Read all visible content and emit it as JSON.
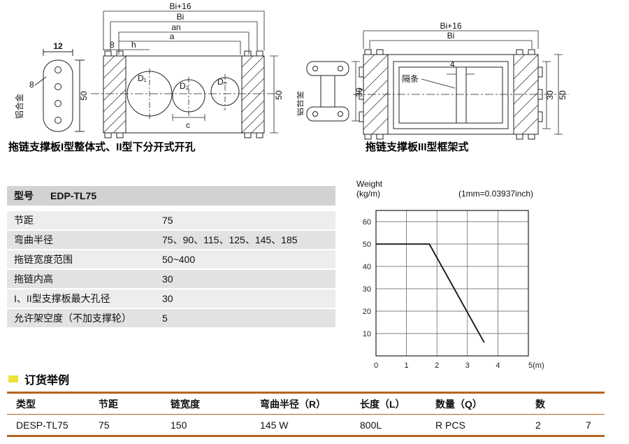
{
  "colors": {
    "accent_brown": "#b4641e",
    "bullet_yellow": "#f0e13a",
    "spec_header_gray": "#d2d2d2",
    "row_light": "#ededed",
    "row_dark": "#e2e2e2",
    "line_black": "#111111"
  },
  "drawings": {
    "left": {
      "caption": "拖链支撑板I型整体式、II型下分开式开孔",
      "labels": {
        "dim12": "12",
        "dim8_side": "8",
        "material": "铝合金",
        "dim50_side": "50",
        "bi16": "Bi+16",
        "bi": "Bi",
        "an": "an",
        "a": "a",
        "h": "h",
        "dim8": "8",
        "d1": "D₁",
        "d2": "D₂",
        "dn": "Dₙ",
        "c": "c",
        "dim50_right": "50"
      }
    },
    "right": {
      "caption": "拖链支撑板III型框架式",
      "labels": {
        "material": "铝合金",
        "dim30_side": "30",
        "bi16": "Bi+16",
        "bi": "Bi",
        "dim4": "4",
        "divider": "隔条",
        "dim30_right": "30",
        "dim50_right": "50"
      }
    }
  },
  "spec_table": {
    "header": {
      "label": "型号",
      "value": "EDP-TL75"
    },
    "rows": [
      {
        "label": "节距",
        "value": "75"
      },
      {
        "label": "弯曲半径",
        "value": "75、90、115、125、145、185"
      },
      {
        "label": "拖链宽度范围",
        "value": "50~400"
      },
      {
        "label": "拖链内高",
        "value": "30"
      },
      {
        "label": "I、II型支撑板最大孔径",
        "value": "30"
      },
      {
        "label": "允许架空度（不加支撑轮）",
        "value": "5"
      }
    ]
  },
  "chart_data": {
    "type": "line",
    "title_line1": "Weight",
    "title_line2": "(kg/m)",
    "note": "(1mm=0.03937inch)",
    "xlabel": "(m)",
    "ylabel": "Weight (kg/m)",
    "x": [
      0,
      1.75,
      3.55
    ],
    "y": [
      50,
      50,
      6
    ],
    "xlim": [
      0,
      5
    ],
    "ylim": [
      0,
      65
    ],
    "xticks": [
      0,
      1,
      2,
      3,
      4,
      5
    ],
    "xtick_labels": [
      "0",
      "1",
      "2",
      "3",
      "4",
      "5(m)"
    ],
    "yticks": [
      10,
      20,
      30,
      40,
      50,
      60
    ],
    "grid": true,
    "legend": false
  },
  "order": {
    "title": "订货举例",
    "headers": [
      "类型",
      "节距",
      "链宽度",
      "弯曲半径（R）",
      "长度（L）",
      "数量（Q）",
      "数",
      ""
    ],
    "row": [
      "DESP-TL75",
      "75",
      "150",
      "145 W",
      "800L",
      "R PCS",
      "2",
      "7"
    ]
  }
}
